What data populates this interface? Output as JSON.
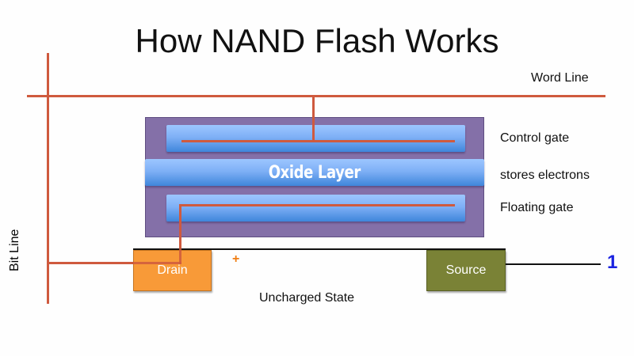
{
  "title": "How NAND Flash Works",
  "labels": {
    "word_line": "Word Line",
    "bit_line": "Bit Line",
    "control_gate": "Control gate",
    "stores_electrons": "stores electrons",
    "floating_gate": "Floating gate",
    "oxide_layer": "Oxide Layer",
    "drain": "Drain",
    "source": "Source",
    "state": "Uncharged State",
    "output_value": "1",
    "charge_symbol": "+"
  },
  "colors": {
    "wire": "#cf5a3e",
    "cell_body": "#8470a8",
    "gate": "#7fb0f6",
    "drain": "#f89a38",
    "source": "#7a8236",
    "output_value": "#1a22e0"
  }
}
